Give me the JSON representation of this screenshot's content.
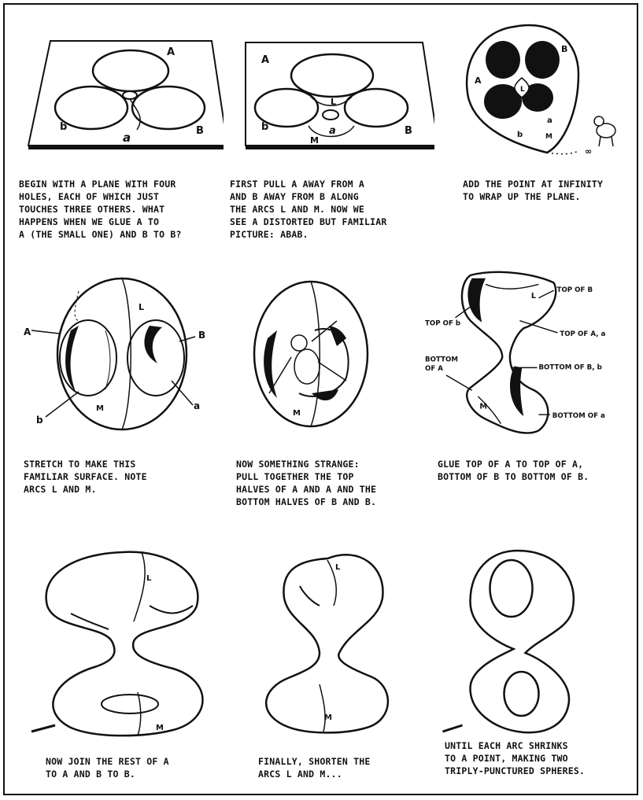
{
  "panels": [
    {
      "id": "plane-with-four-holes",
      "labels": [
        "A",
        "a",
        "b",
        "B"
      ],
      "caption": [
        "BEGIN WITH A PLANE WITH FOUR",
        "HOLES, EACH OF WHICH JUST",
        "TOUCHES THREE OTHERS. WHAT",
        "HAPPENS WHEN WE GLUE A TO",
        "a (THE SMALL ONE) AND B TO b?"
      ]
    },
    {
      "id": "pull-apart",
      "labels": [
        "A",
        "L",
        "b",
        "a",
        "M",
        "B"
      ],
      "caption": [
        "FIRST PULL a AWAY FROM A",
        "AND B AWAY FROM b ALONG",
        "THE ARCS L AND M. NOW WE",
        "SEE A DISTORTED BUT FAMILIAR",
        "PICTURE: ABab."
      ]
    },
    {
      "id": "point-at-infinity",
      "labels": [
        "A",
        "B",
        "L",
        "a",
        "b",
        "M",
        "∞"
      ],
      "caption": [
        "ADD THE POINT AT INFINITY",
        "TO WRAP UP THE PLANE."
      ]
    },
    {
      "id": "familiar-surface",
      "labels": [
        "A",
        "L",
        "B",
        "b",
        "M",
        "a"
      ],
      "caption": [
        "STRETCH TO MAKE THIS",
        "FAMILIAR SURFACE. NOTE",
        "ARCS L AND M."
      ]
    },
    {
      "id": "something-strange",
      "labels": [
        "M"
      ],
      "caption": [
        "NOW SOMETHING STRANGE:",
        "PULL TOGETHER THE TOP",
        "HALVES OF A AND a AND THE",
        "BOTTOM HALVES OF B AND b."
      ]
    },
    {
      "id": "glue-tops-bottoms",
      "labels": [
        "TOP OF B",
        "TOP OF b",
        "L",
        "TOP OF A, a",
        "BOTTOM",
        "OF A",
        "BOTTOM OF B, b",
        "M",
        "BOTTOM OF a"
      ],
      "caption": [
        "GLUE TOP OF A TO TOP OF a,",
        "BOTTOM OF B TO BOTTOM OF b."
      ]
    },
    {
      "id": "join-rest",
      "labels": [
        "L",
        "M"
      ],
      "caption": [
        "NOW JOIN THE REST OF A",
        "TO a AND B TO b."
      ]
    },
    {
      "id": "shorten-arcs",
      "labels": [
        "L",
        "M"
      ],
      "caption": [
        "FINALLY, SHORTEN THE",
        "ARCS L AND M..."
      ]
    },
    {
      "id": "two-spheres",
      "labels": [],
      "caption": [
        "UNTIL EACH ARC SHRINKS",
        "TO A POINT, MAKING TWO",
        "TRIPLY-PUNCTURED SPHERES."
      ]
    }
  ]
}
